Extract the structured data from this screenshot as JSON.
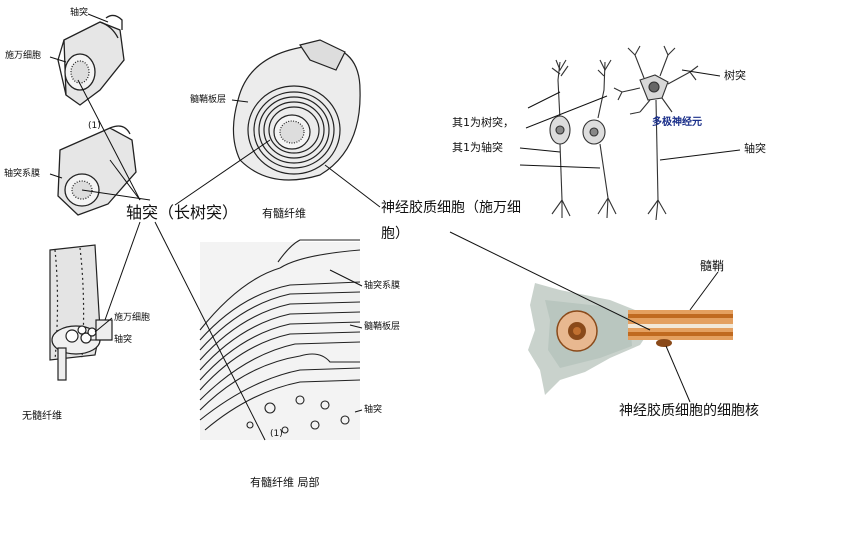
{
  "labels": {
    "axon_top": "轴突",
    "schwann_cell_top": "施万细胞",
    "axolemma_left": "轴突系膜",
    "main_axon": "轴突（长树突）",
    "myelinated_fiber": "有髓纤维",
    "myelin_lamellae_top": "髓鞘板层",
    "glial_cell_line1": "神经胶质细胞（施万细",
    "glial_cell_line2": "胞）",
    "unmyelinated_fiber": "无髓纤维",
    "schwann_cell_bottom": "施万细胞",
    "axon_bottom_left": "轴突",
    "axolemma_right": "轴突系膜",
    "myelin_lamellae_right": "髓鞘板层",
    "axon_right": "轴突",
    "myelinated_fiber_part": "有髓纤维 局部",
    "dendrite": "树突",
    "some_dendrite": "其1为树突，",
    "some_axon": "其1为轴突",
    "multipolar_neuron": "多极神经元",
    "axon_neuron": "轴突",
    "myelin_sheath": "髓鞘",
    "glial_nucleus": "神经胶质细胞的细胞核",
    "num_1a": "(1)",
    "num_1b": "(1)"
  },
  "colors": {
    "line": "#111111",
    "sheath_orange": "#d98a3a",
    "sheath_dark": "#8a4a1a",
    "nucleus_fill": "#e8b890",
    "cell_body": "#c8d0c8",
    "label_blue": "#1a2f8a"
  }
}
